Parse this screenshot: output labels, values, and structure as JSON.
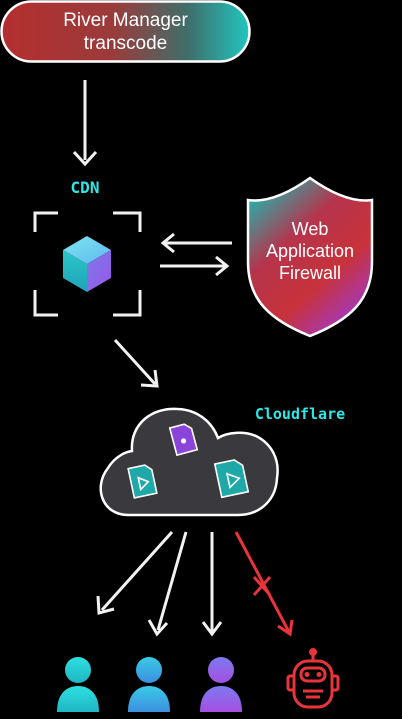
{
  "source": {
    "label_lines": [
      "River Manager",
      "transcode"
    ]
  },
  "cdn": {
    "label": "CDN",
    "icon": "cube-icon"
  },
  "waf": {
    "label_lines": [
      "Web",
      "Application",
      "Firewall"
    ],
    "icon": "shield-icon"
  },
  "cloud": {
    "label": "Cloudflare",
    "icon": "cloud-icon",
    "file_icons": [
      "video-file-icon",
      "video-file-icon",
      "video-file-icon"
    ]
  },
  "users": [
    {
      "icon": "user-icon",
      "color": "#22d3d9",
      "status": "allowed"
    },
    {
      "icon": "user-icon",
      "color": "#3aa9e6",
      "status": "allowed"
    },
    {
      "icon": "user-icon",
      "color": "#8b5cf6",
      "status": "allowed"
    },
    {
      "icon": "bot-icon",
      "color": "#ef3b3b",
      "status": "blocked"
    }
  ],
  "colors": {
    "background": "#000000",
    "arrow": "#f2f2f2",
    "blocked": "#e8343a",
    "accent_cyan": "#2fe6e6",
    "accent_red": "#d9363e",
    "accent_purple": "#a23fe0"
  }
}
